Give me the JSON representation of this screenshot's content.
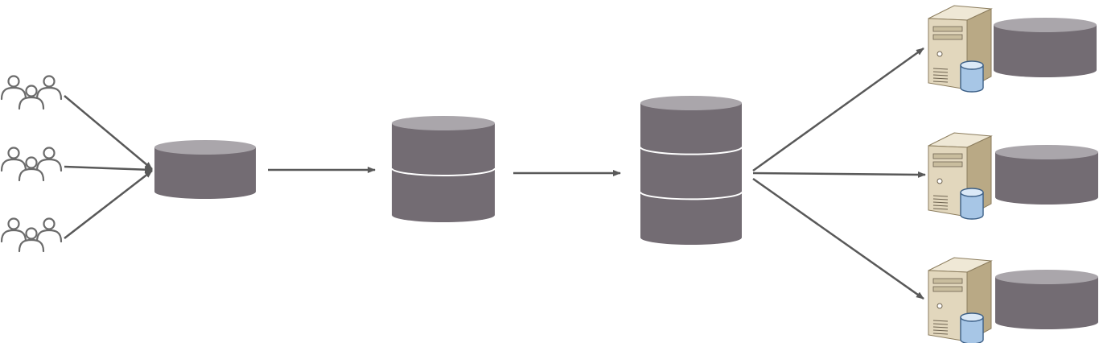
{
  "diagram": {
    "type": "data-flow",
    "colors": {
      "background": "#ffffff",
      "arrow": "#595959",
      "cylinder_body": "#736c73",
      "cylinder_top": "#aaa6ab",
      "cylinder_divider": "#ffffff",
      "user_icon_stroke": "#6b6b6b",
      "server_case": "#e2d7bd",
      "server_case_dark": "#b9a985",
      "server_db_blue": "#a7c6e6"
    },
    "nodes": [
      {
        "id": "users-1",
        "icon": "user-group-icon"
      },
      {
        "id": "users-2",
        "icon": "user-group-icon"
      },
      {
        "id": "users-3",
        "icon": "user-group-icon"
      },
      {
        "id": "store-a",
        "icon": "database-cylinder-icon",
        "segments": 1
      },
      {
        "id": "store-b",
        "icon": "database-cylinder-icon",
        "segments": 2
      },
      {
        "id": "store-c",
        "icon": "database-cylinder-icon",
        "segments": 3
      },
      {
        "id": "server-1",
        "icon": "database-server-icon"
      },
      {
        "id": "server-2",
        "icon": "database-server-icon"
      },
      {
        "id": "server-3",
        "icon": "database-server-icon"
      },
      {
        "id": "server-1-disk",
        "icon": "database-cylinder-icon",
        "segments": 1
      },
      {
        "id": "server-2-disk",
        "icon": "database-cylinder-icon",
        "segments": 1
      },
      {
        "id": "server-3-disk",
        "icon": "database-cylinder-icon",
        "segments": 1
      }
    ],
    "edges": [
      {
        "from": "users-1",
        "to": "store-a"
      },
      {
        "from": "users-2",
        "to": "store-a"
      },
      {
        "from": "users-3",
        "to": "store-a"
      },
      {
        "from": "store-a",
        "to": "store-b"
      },
      {
        "from": "store-b",
        "to": "store-c"
      },
      {
        "from": "store-c",
        "to": "server-1"
      },
      {
        "from": "store-c",
        "to": "server-2"
      },
      {
        "from": "store-c",
        "to": "server-3"
      }
    ]
  }
}
